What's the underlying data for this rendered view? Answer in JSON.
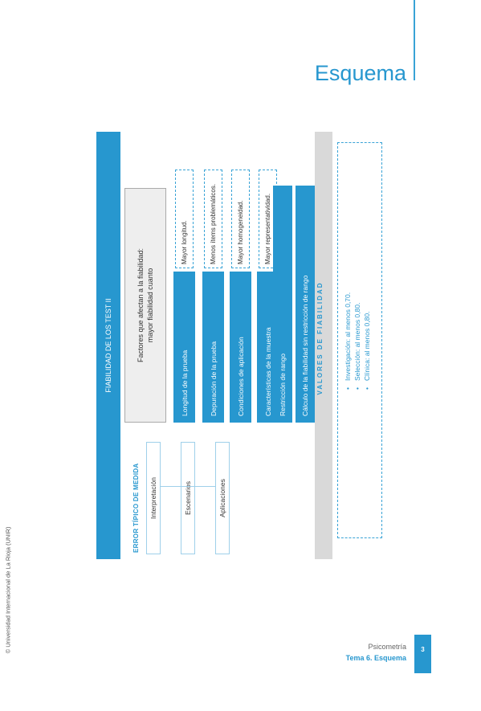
{
  "header": {
    "title": "Esquema"
  },
  "side": {
    "copyright": "© Universidad Internacional de La Rioja (UNIR)"
  },
  "diagram": {
    "main_title": "FIABILIDAD DE LOS TEST II",
    "error_title": "ERROR TÍPICO DE MEDIDA",
    "error_items": [
      "Interpretación",
      "Escenarios",
      "Aplicaciones"
    ],
    "factors_heading_line1": "Factores que afectan a la fiabilidad:",
    "factors_heading_line2": "mayor fiabilidad cuanto",
    "factors": [
      {
        "label": "Longitud de la prueba",
        "tag": "Mayor longitud."
      },
      {
        "label": "Depuración de la prueba",
        "tag": "Menos ítems problemáticos."
      },
      {
        "label": "Condiciones de aplicación",
        "tag": "Mayor homogeneidad."
      },
      {
        "label": "Características de la muestra",
        "tag": "Mayor representatividad."
      },
      {
        "label": "Restricción de rango",
        "tag": ""
      },
      {
        "label": "Cálculo de la fiabilidad sin restricción de rango",
        "tag": ""
      }
    ],
    "values_title": "VALORES DE FIABILIDAD",
    "values": [
      "Investigación: al menos 0,70.",
      "Selección: al menos 0,80.",
      "Clínica: al menos 0,80."
    ]
  },
  "footer": {
    "subject": "Psicometría",
    "topic": "Tema 6. Esquema",
    "page": "3"
  }
}
